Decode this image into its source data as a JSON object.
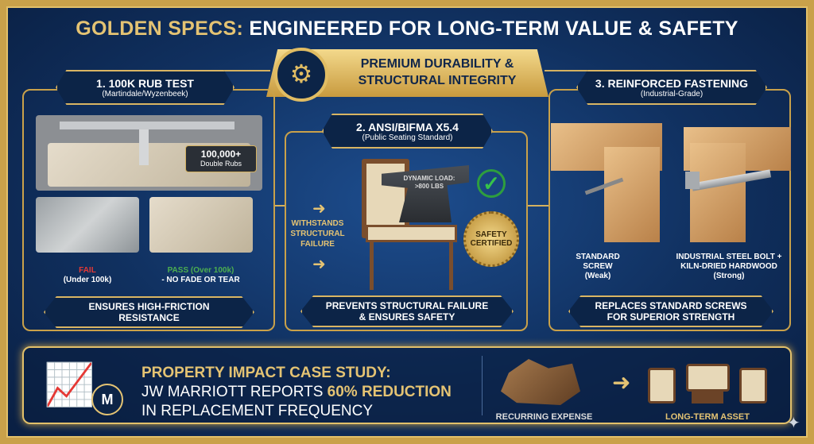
{
  "title": {
    "gold": "GOLDEN SPECS:",
    "white": "ENGINEERED FOR LONG-TERM VALUE & SAFETY"
  },
  "banner": {
    "line1": "PREMIUM DURABILITY &",
    "line2": "STRUCTURAL INTEGRITY",
    "icon": "gears-icon"
  },
  "panel1": {
    "heading": "1. 100K RUB TEST",
    "sub": "(Martindale/Wyzenbeek)",
    "badge_value": "100,000+",
    "badge_label": "Double Rubs",
    "fail_label": "FAIL",
    "fail_sub": "(Under 100k)",
    "pass_label": "PASS (Over 100k)",
    "pass_sub": "- NO FADE OR TEAR",
    "footer": "ENSURES HIGH-FRICTION RESISTANCE"
  },
  "panel2": {
    "heading": "2. ANSI/BIFMA X5.4",
    "sub": "(Public Seating Standard)",
    "anvil_line1": "DYNAMIC LOAD:",
    "anvil_line2": ">800 LBS",
    "side_text": "WITHSTANDS STRUCTURAL FAILURE",
    "seal": "SAFETY CERTIFIED",
    "footer": "PREVENTS STRUCTURAL FAILURE & ENSURES SAFETY"
  },
  "panel3": {
    "heading": "3. REINFORCED FASTENING",
    "sub": "(Industrial-Grade)",
    "left_label": "STANDARD SCREW",
    "left_sub": "(Weak)",
    "right_label": "INDUSTRIAL STEEL BOLT + KILN-DRIED HARDWOOD",
    "right_sub": "(Strong)",
    "footer": "REPLACES STANDARD SCREWS FOR SUPERIOR STRENGTH"
  },
  "case_study": {
    "heading": "PROPERTY IMPACT CASE STUDY:",
    "line2_pre": "JW MARRIOTT REPORTS ",
    "line2_highlight": "60% REDUCTION",
    "line3": "IN REPLACEMENT FREQUENCY",
    "before_label": "RECURRING EXPENSE",
    "after_label": "LONG-TERM ASSET"
  },
  "colors": {
    "gold": "#e4c373",
    "navy": "#10305f",
    "fail": "#e53935",
    "pass": "#4caf50"
  }
}
